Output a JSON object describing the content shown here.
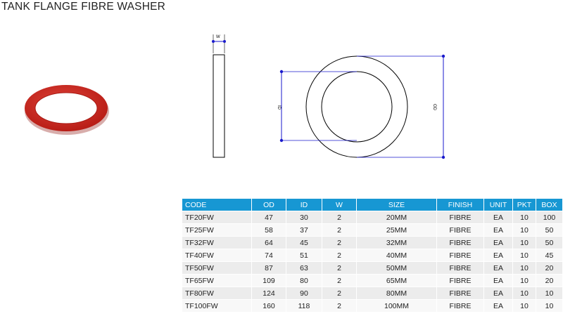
{
  "title": "TANK FLANGE FIBRE WASHER",
  "colors": {
    "washer": "#c8251d",
    "header": "#1797d3",
    "dimension": "#1a1acc"
  },
  "drawing_labels": {
    "width": "W",
    "inner": "ID",
    "outer": "OD"
  },
  "table": {
    "headers": [
      "CODE",
      "OD",
      "ID",
      "W",
      "SIZE",
      "FINISH",
      "UNIT",
      "PKT",
      "BOX"
    ],
    "rows": [
      [
        "TF20FW",
        "47",
        "30",
        "2",
        "20MM",
        "FIBRE",
        "EA",
        "10",
        "100"
      ],
      [
        "TF25FW",
        "58",
        "37",
        "2",
        "25MM",
        "FIBRE",
        "EA",
        "10",
        "50"
      ],
      [
        "TF32FW",
        "64",
        "45",
        "2",
        "32MM",
        "FIBRE",
        "EA",
        "10",
        "50"
      ],
      [
        "TF40FW",
        "74",
        "51",
        "2",
        "40MM",
        "FIBRE",
        "EA",
        "10",
        "45"
      ],
      [
        "TF50FW",
        "87",
        "63",
        "2",
        "50MM",
        "FIBRE",
        "EA",
        "10",
        "20"
      ],
      [
        "TF65FW",
        "109",
        "80",
        "2",
        "65MM",
        "FIBRE",
        "EA",
        "10",
        "20"
      ],
      [
        "TF80FW",
        "124",
        "90",
        "2",
        "80MM",
        "FIBRE",
        "EA",
        "10",
        "10"
      ],
      [
        "TF100FW",
        "160",
        "118",
        "2",
        "100MM",
        "FIBRE",
        "EA",
        "10",
        "10"
      ]
    ]
  }
}
